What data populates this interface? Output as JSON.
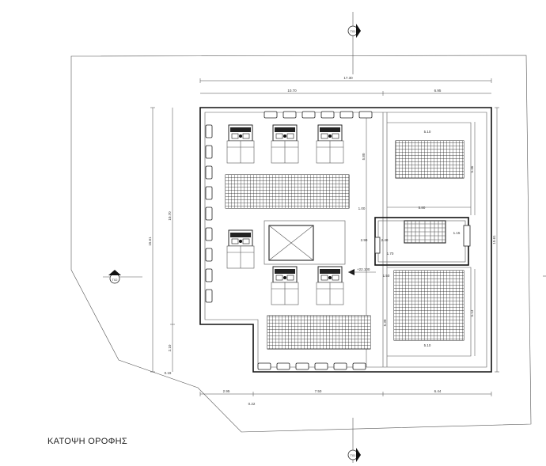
{
  "drawing": {
    "title": "ΚΑΤΟΨΗ ΟΡΟΦΗΣ",
    "section_marks": {
      "top": "Τ01",
      "bottom": "Τ01",
      "left": "Τ02"
    },
    "level_mark": "+22.100",
    "dimensions": {
      "top_total": "17.30",
      "top_left": "10.70",
      "top_right": "6.95",
      "left_outer": "15.61",
      "left_inner": "10.70",
      "left_lower": "2.10",
      "left_bottom": "0.19",
      "right_total": "15.61",
      "right_upper": "5.46",
      "right_lower": "5.13",
      "bottom_left": "2.95",
      "bottom_mid": "7.50",
      "bottom_right": "6.44",
      "bottom_small": "0.22",
      "vert_upper": "5.80",
      "vert_gap": "1.00",
      "vert_lower": "5.30",
      "upper_panel_width": "5.10",
      "lower_panel_width": "5.10",
      "mid_width": "5.80",
      "stair_a": "2.90",
      "stair_b": "2.40",
      "stair_c": "1.70",
      "stair_d": "1.15",
      "stair_e": "1.50"
    }
  }
}
